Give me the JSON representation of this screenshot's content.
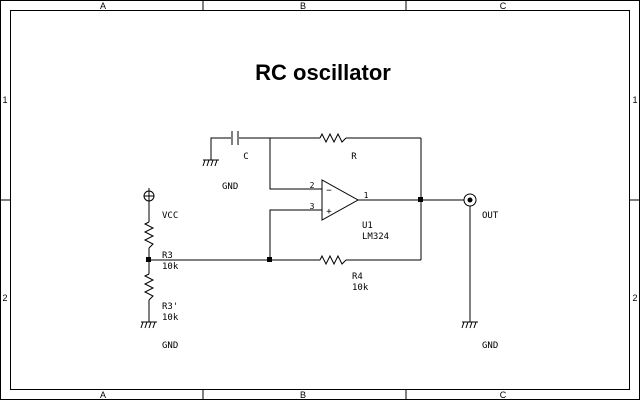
{
  "title": "RC oscillator",
  "zones": {
    "columns": [
      "A",
      "B",
      "C"
    ],
    "rows": [
      "1",
      "2"
    ]
  },
  "components": {
    "C": {
      "ref": "C"
    },
    "R": {
      "ref": "R"
    },
    "R3": {
      "ref": "R3",
      "value": "10k"
    },
    "R3p": {
      "ref": "R3'",
      "value": "10k"
    },
    "R4": {
      "ref": "R4",
      "value": "10k"
    },
    "U1": {
      "ref": "U1",
      "value": "LM324",
      "pin_out": "1",
      "pin_inv": "2",
      "pin_noninv": "3",
      "sign_inv": "−",
      "sign_noninv": "+"
    }
  },
  "nets": {
    "vcc": "VCC",
    "gnd_left_top": "GND",
    "gnd_left_bottom": "GND",
    "gnd_right": "GND",
    "out": "OUT"
  },
  "icons": [
    "ground-symbol-icon",
    "vcc-power-icon",
    "output-port-icon",
    "capacitor-icon",
    "resistor-icon",
    "opamp-icon"
  ]
}
